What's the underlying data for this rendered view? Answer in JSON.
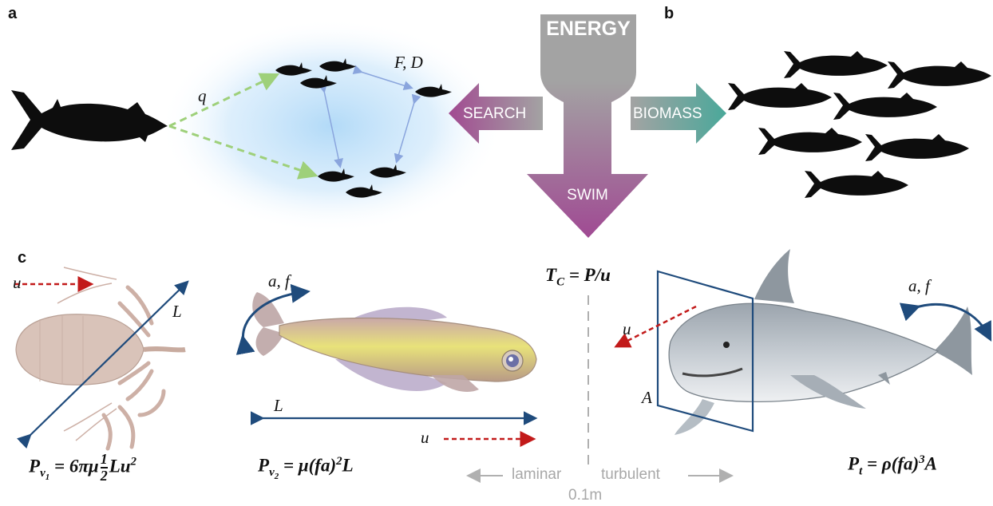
{
  "panels": {
    "a": "a",
    "b": "b",
    "c": "c"
  },
  "panel_a": {
    "q_label": "q",
    "fd_label": "F, D"
  },
  "energy": {
    "title": "ENERGY",
    "search": "SEARCH",
    "biomass": "BIOMASS",
    "swim": "SWIM"
  },
  "panel_c": {
    "u_label": "u",
    "L_label": "L",
    "af_label": "a, f",
    "A_label": "A",
    "tc_lhs": "T",
    "tc_sub": "C",
    "tc_rhs": " = P/u",
    "laminar": "laminar",
    "turbulent": "turbulent",
    "threshold": "0.1m",
    "eq_v1": {
      "lhs": "P",
      "sub": "v",
      "subsub": "1",
      "pre": " = 6πμ",
      "num": "1",
      "den": "2",
      "post": "Lu",
      "sup": "2"
    },
    "eq_v2": {
      "lhs": "P",
      "sub": "v",
      "subsub": "2",
      "mid": " = μ(fa)",
      "sup": "2",
      "post": "L"
    },
    "eq_t": {
      "lhs": "P",
      "sub": "t",
      "mid": " = ρ(fa)",
      "sup": "3",
      "post": "A"
    }
  },
  "colors": {
    "fish": "#0d0d0d",
    "glow": "#aed8f7",
    "energy_gray": "#a3a3a3",
    "search_purple": "#a14a91",
    "biomass_teal": "#4aa89a",
    "swim_purple": "#a04a93",
    "green_dash": "#9ed07a",
    "blue_link": "#8aa5dd",
    "red_dash": "#c21a1a",
    "navy": "#1f4b7c",
    "light_gray": "#a8a8a8"
  }
}
